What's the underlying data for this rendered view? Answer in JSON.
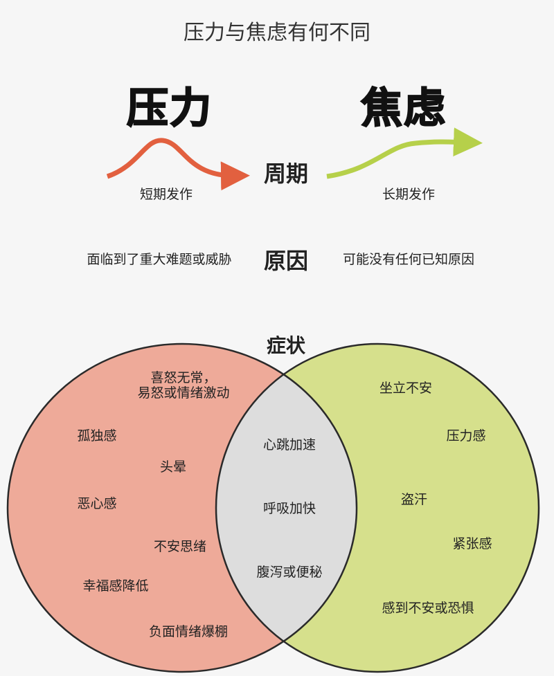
{
  "title": "压力与焦虑有何不同",
  "stress": {
    "heading": "压力",
    "duration": "短期发作",
    "cause": "面临到了重大难题或威胁",
    "color": "#e2603f"
  },
  "anxiety": {
    "heading": "焦虑",
    "duration": "长期发作",
    "cause": "可能没有任何已知原因",
    "color": "#b6d04a"
  },
  "rows": {
    "period": "周期",
    "cause": "原因",
    "symptoms": "症状"
  },
  "venn": {
    "colors": {
      "stress": "#eeaa99",
      "anxiety": "#d6e08c",
      "overlap": "#dddddd"
    },
    "stress_only": [
      "喜怒无常，",
      "易怒或情绪激动",
      "孤独感",
      "头晕",
      "恶心感",
      "不安思绪",
      "幸福感降低",
      "负面情绪爆棚"
    ],
    "shared": [
      "心跳加速",
      "呼吸加快",
      "腹泻或便秘"
    ],
    "anxiety_only": [
      "坐立不安",
      "压力感",
      "盗汗",
      "紧张感",
      "感到不安或恐惧"
    ]
  }
}
